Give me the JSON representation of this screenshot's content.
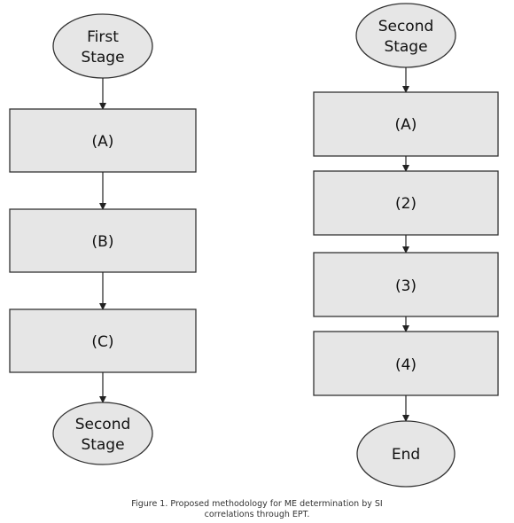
{
  "colors": {
    "node_fill": "#e6e6e6",
    "stroke": "#333333",
    "arrow": "#222222"
  },
  "diagram": {
    "first_stage": {
      "start": [
        "First",
        "Stage"
      ],
      "box_a": "(A)",
      "box_b": "(B)",
      "box_c": "(C)",
      "end": [
        "Second",
        "Stage"
      ]
    },
    "second_stage": {
      "start": [
        "Second",
        "Stage"
      ],
      "box_a": "(A)",
      "box_2": "(2)",
      "box_3": "(3)",
      "box_4": "(4)",
      "end": "End"
    }
  },
  "caption": {
    "line1": "Figure 1. Proposed methodology for ME determination by SI",
    "line2": "correlations through EPT."
  }
}
